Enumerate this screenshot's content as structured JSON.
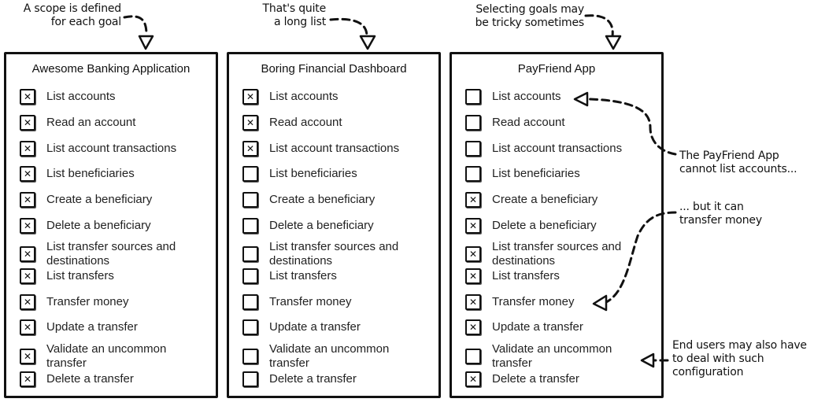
{
  "notes": [
    {
      "lines": [
        "A scope is defined",
        "for each goal"
      ]
    },
    {
      "lines": [
        "That's quite",
        "a long list"
      ]
    },
    {
      "lines": [
        "Selecting goals may",
        "be tricky sometimes"
      ]
    },
    {
      "lines": [
        "The PayFriend App",
        "cannot list accounts..."
      ]
    },
    {
      "lines": [
        "... but it can",
        "transfer money"
      ]
    },
    {
      "lines": [
        "End users may also have",
        "to deal with such",
        "configuration"
      ]
    }
  ],
  "panels": [
    {
      "title": "Awesome Banking Application",
      "items": [
        {
          "label": "List accounts",
          "checked": true
        },
        {
          "label": "Read an account",
          "checked": true
        },
        {
          "label": "List account transactions",
          "checked": true
        },
        {
          "label": "List beneficiaries",
          "checked": true
        },
        {
          "label": "Create a beneficiary",
          "checked": true
        },
        {
          "label": "Delete a beneficiary",
          "checked": true
        },
        {
          "label": "List transfer sources and destinations",
          "checked": true
        },
        {
          "label": "List transfers",
          "checked": true
        },
        {
          "label": "Transfer money",
          "checked": true
        },
        {
          "label": "Update a transfer",
          "checked": true
        },
        {
          "label": "Validate an uncommon transfer",
          "checked": true
        },
        {
          "label": "Delete a transfer",
          "checked": true
        }
      ]
    },
    {
      "title": "Boring Financial Dashboard",
      "items": [
        {
          "label": "List accounts",
          "checked": true
        },
        {
          "label": "Read account",
          "checked": true
        },
        {
          "label": "List account transactions",
          "checked": true
        },
        {
          "label": "List beneficiaries",
          "checked": false
        },
        {
          "label": "Create a beneficiary",
          "checked": false
        },
        {
          "label": "Delete a beneficiary",
          "checked": false
        },
        {
          "label": "List transfer sources and destinations",
          "checked": false
        },
        {
          "label": "List transfers",
          "checked": false
        },
        {
          "label": "Transfer money",
          "checked": false
        },
        {
          "label": "Update a transfer",
          "checked": false
        },
        {
          "label": "Validate an uncommon transfer",
          "checked": false
        },
        {
          "label": "Delete a transfer",
          "checked": false
        }
      ]
    },
    {
      "title": "PayFriend App",
      "items": [
        {
          "label": "List accounts",
          "checked": false
        },
        {
          "label": "Read account",
          "checked": false
        },
        {
          "label": "List account transactions",
          "checked": false
        },
        {
          "label": "List beneficiaries",
          "checked": false
        },
        {
          "label": "Create a beneficiary",
          "checked": true
        },
        {
          "label": "Delete a beneficiary",
          "checked": true
        },
        {
          "label": "List transfer sources and destinations",
          "checked": true
        },
        {
          "label": "List transfers",
          "checked": true
        },
        {
          "label": "Transfer money",
          "checked": true
        },
        {
          "label": "Update a transfer",
          "checked": true
        },
        {
          "label": "Validate an uncommon transfer",
          "checked": false
        },
        {
          "label": "Delete a transfer",
          "checked": true
        }
      ]
    }
  ]
}
